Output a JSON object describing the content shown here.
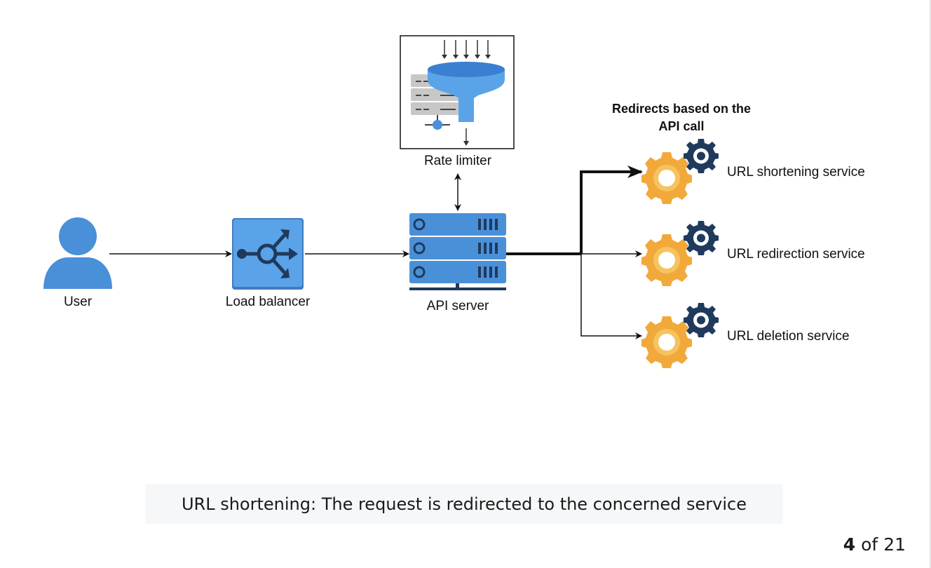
{
  "nodes": {
    "user": "User",
    "load_balancer": "Load balancer",
    "api_server": "API server",
    "rate_limiter": "Rate limiter",
    "url_shortening_service": "URL shortening service",
    "url_redirection_service": "URL redirection service",
    "url_deletion_service": "URL deletion service"
  },
  "annotation": {
    "line1": "Redirects based on the",
    "line2": "API call"
  },
  "caption": "URL shortening: The request is redirected to the concerned service",
  "pager": {
    "current": "4",
    "separator": "of",
    "total": "21"
  },
  "colors": {
    "blue": "#4a90d9",
    "gear_orange": "#f2a93b",
    "gear_navy": "#1f3a5c"
  }
}
